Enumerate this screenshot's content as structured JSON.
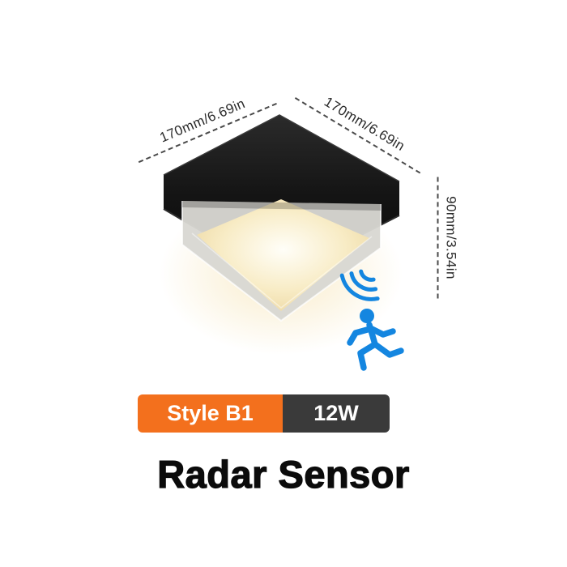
{
  "title": "Radar Sensor",
  "badges": {
    "style": "Style B1",
    "power": "12W"
  },
  "dimensions": {
    "width_left": "170mm/6.69in",
    "width_right": "170mm/6.69in",
    "height": "90mm/3.54in"
  },
  "icons": {
    "radar_waves": "radar-waves-icon: three concentric blue arcs",
    "running_person": "running-person-icon: blue stick-figure runner"
  },
  "colors": {
    "background": "#ffffff",
    "badge_style": "#f3701d",
    "badge_power": "#3a3a3a",
    "accent_blue": "#1486e0",
    "lamp_black": "#161616",
    "glow_warm": "#f6e3b2",
    "dimension_text": "#2a2a2a",
    "title_text": "#0b0b0b"
  }
}
